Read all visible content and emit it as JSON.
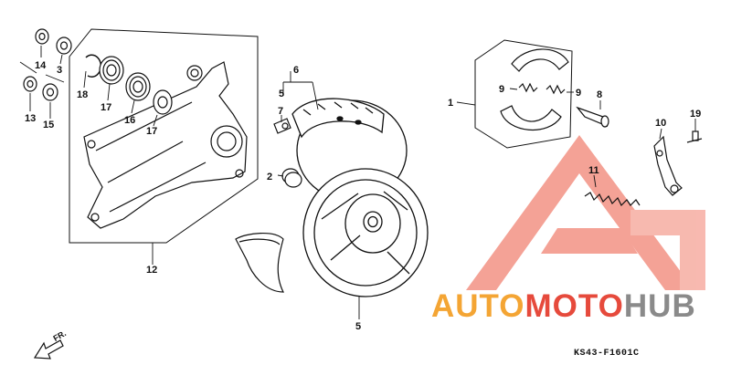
{
  "callouts": {
    "n1": "1",
    "n2": "2",
    "n3": "3",
    "n5a": "5",
    "n5b": "5",
    "n6": "6",
    "n7": "7",
    "n8": "8",
    "n9a": "9",
    "n9b": "9",
    "n10": "10",
    "n11": "11",
    "n12": "12",
    "n13": "13",
    "n14": "14",
    "n15": "15",
    "n16": "16",
    "n17a": "17",
    "n17b": "17",
    "n18": "18",
    "n19": "19"
  },
  "direction_marker": "FR.",
  "diagram_code": "KS43-F1601C",
  "watermark": {
    "part1": "AUTO",
    "part2": "MOTO",
    "part3": "HUB",
    "colors": {
      "orange": "#f4a534",
      "red": "#e64a3c",
      "gray": "#8a8a8a",
      "logo": "#f28b7c"
    }
  },
  "line_color": "#111111"
}
